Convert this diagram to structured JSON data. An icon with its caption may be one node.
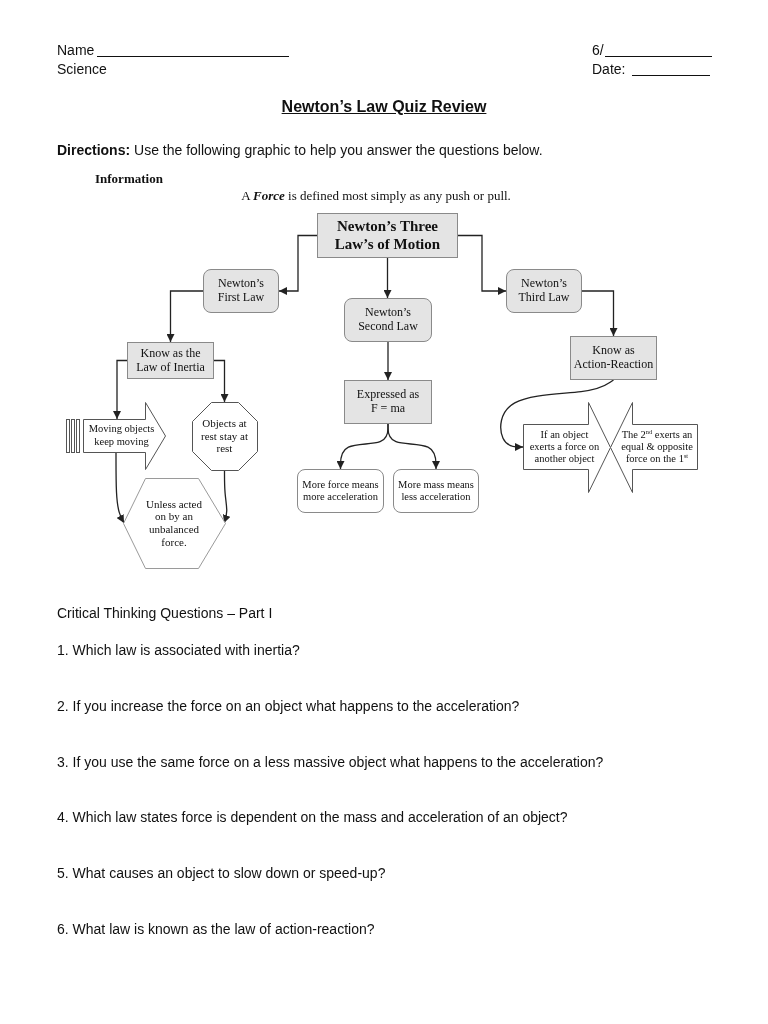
{
  "diagram": {
    "title": "Newton’s Law Quiz Review",
    "nodes": [
      {
        "text": [
          "Newton’s Three Law’s of Motion"
        ]
      },
      {
        "text": [
          "Newton’s First Law"
        ]
      },
      {
        "text": [
          "Newton’s Second Law"
        ]
      },
      {
        "text": [
          "Newton’s Third Law"
        ]
      },
      {
        "text": [
          "Know as the Law of Inertia"
        ]
      },
      {
        "text": [
          "Know as Action-Reaction"
        ]
      },
      {
        "text": [
          "Moving objects keep moving"
        ]
      },
      {
        "text": [
          "Objects at rest stay at rest"
        ]
      },
      {
        "text": [
          "Expressed as F = ma"
        ]
      },
      {
        "text": [
          "If an object exerts a force on another object"
        ]
      },
      {
        "text": [
          "The 2$^{nd}$ exerts an equal & opposite force on the 1$^{st}$"
        ]
      },
      {
        "text": [
          "More force means more acceleration"
        ]
      },
      {
        "text": [
          "More mass means less acceleration"
        ]
      },
      {
        "text": [
          "Unless acted on by an unbalanced force."
        ]
      }
    ],
    "edges": [
      {
        "from": 0,
        "to": 1,
        "arrow": "to"
      },
      {
        "from": 0,
        "to": 2,
        "arrow": "to"
      },
      {
        "from": 0,
        "to": 3,
        "arrow": "to"
      },
      {
        "from": 1,
        "to": 4,
        "arrow": "to"
      },
      {
        "from": 2,
        "to": 8,
        "arrow": "to"
      },
      {
        "from": 3,
        "to": 5,
        "arrow": "to"
      },
      {
        "from": 4,
        "to": 6,
        "arrow": "to"
      },
      {
        "from": 4,
        "to": 7,
        "arrow": "to"
      },
      {
        "from": 6,
        "to": 13,
        "arrow": "to"
      },
      {
        "from": 7,
        "to": 13,
        "arrow": "to"
      },
      {
        "from": 8,
        "to": 11,
        "arrow": "to"
      },
      {
        "from": 8,
        "to": 12,
        "arrow": "to"
      },
      {
        "from": 5,
        "to": 9,
        "arrow": "to"
      }
    ],
    "labels": [
      "Name",
      "6/",
      "Science",
      "Date:",
      "**Directions:** Use the following graphic to help you answer the questions below.",
      "Information",
      "A **Force** is defined most simply as any push or pull.",
      "Critical Thinking Questions – Part I",
      "1. Which law is associated with inertia?",
      "2. If you increase the force on an object what happens to the acceleration?",
      "3. If you use the same force on a less massive object what happens to the acceleration?",
      "4. Which law states force is dependent on the mass and acceleration of an object?",
      "5. What causes an object to slow down or speed-up?",
      "6. What law is known as the law of action-reaction?"
    ]
  }
}
